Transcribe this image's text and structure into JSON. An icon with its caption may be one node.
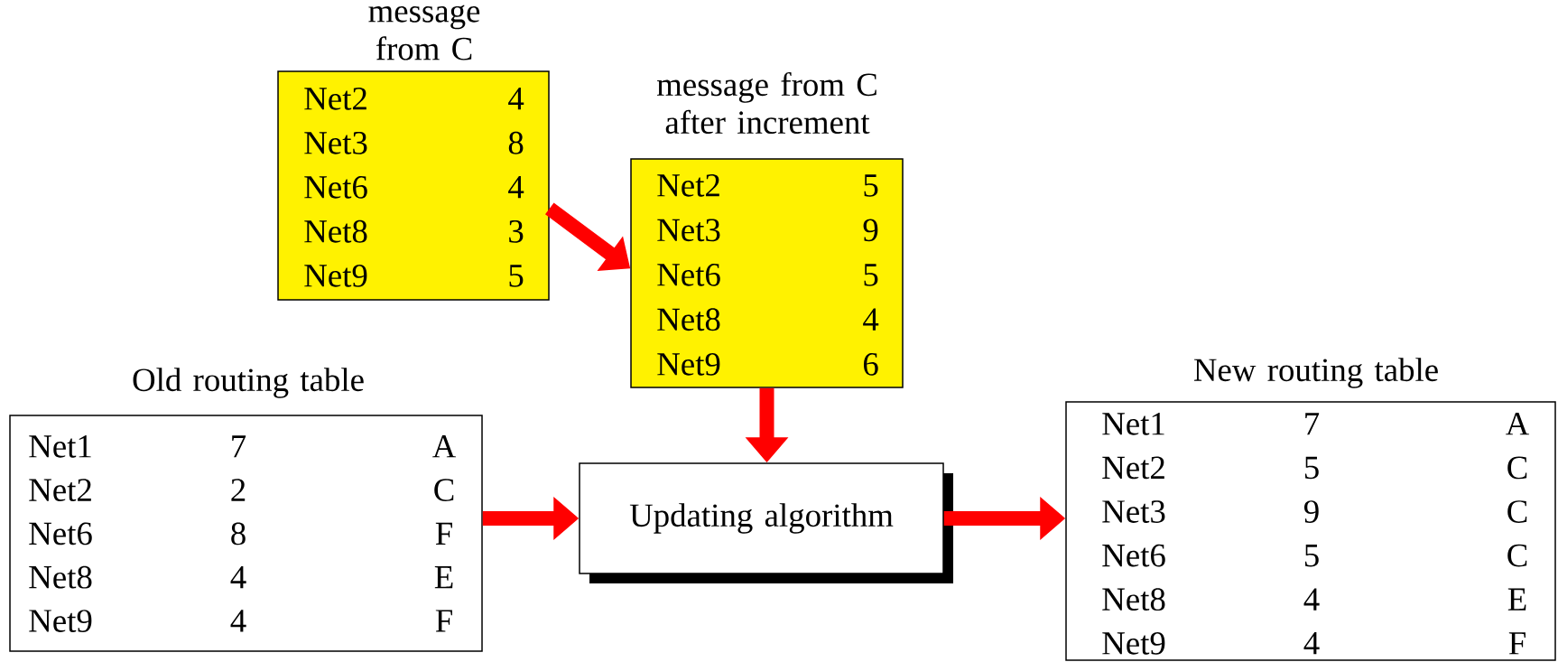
{
  "diagram": {
    "nodes": [
      {
        "text": [
          "message from C",
          "Net2",
          "4",
          "Net3",
          "8",
          "Net6",
          "4",
          "Net8",
          "3",
          "Net9",
          "5"
        ]
      },
      {
        "text": [
          "message from C after increment",
          "Net2",
          "5",
          "Net3",
          "9",
          "Net6",
          "5",
          "Net8",
          "4",
          "Net9",
          "6"
        ]
      },
      {
        "text": [
          "Old routing table",
          "Net1",
          "7",
          "A",
          "Net2",
          "2",
          "C",
          "Net6",
          "8",
          "F",
          "Net8",
          "4",
          "E",
          "Net9",
          "4",
          "F"
        ]
      },
      {
        "text": [
          "Updating algorithm"
        ]
      },
      {
        "text": [
          "New routing table",
          "Net1",
          "7",
          "A",
          "Net2",
          "5",
          "C",
          "Net3",
          "9",
          "C",
          "Net6",
          "5",
          "C",
          "Net8",
          "4",
          "E",
          "Net9",
          "4",
          "F"
        ]
      }
    ],
    "edges": [
      {
        "from": 0,
        "to": 1,
        "arrow": "to"
      },
      {
        "from": 1,
        "to": 3,
        "arrow": "to"
      },
      {
        "from": 2,
        "to": 3,
        "arrow": "to"
      },
      {
        "from": 3,
        "to": 4,
        "arrow": "to"
      }
    ]
  }
}
